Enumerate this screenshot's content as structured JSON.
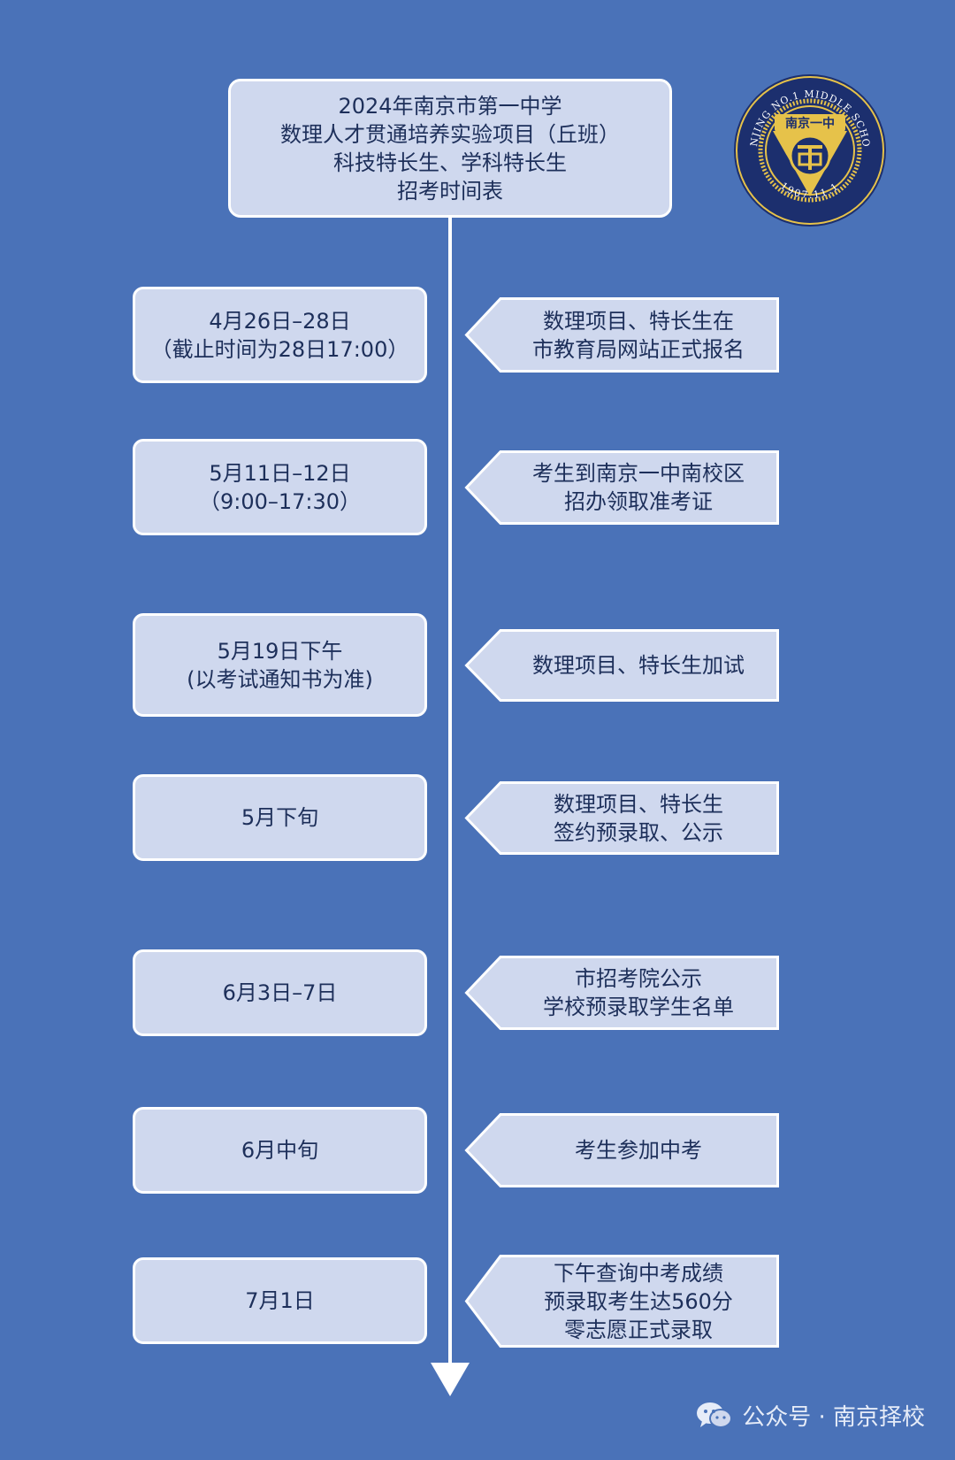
{
  "title": {
    "lines": [
      "2024年南京市第一中学",
      "数理人才贯通培养实验项目（丘班）",
      "科技特长生、学科特长生",
      "招考时间表"
    ]
  },
  "logo": {
    "icon": "school-seal-icon",
    "text_top": "NANJING NO.1 MIDDLE SCHOOL",
    "text_center": "南京一中",
    "text_bottom": "1907.11.1",
    "colors": {
      "navy": "#1c2f6e",
      "gold": "#e6c24a"
    }
  },
  "timeline": [
    {
      "date": [
        "4月26日–28日",
        "（截止时间为28日17:00）"
      ],
      "event": [
        "数理项目、特长生在",
        "市教育局网站正式报名"
      ]
    },
    {
      "date": [
        "5月11日–12日",
        "（9:00–17:30）"
      ],
      "event": [
        "考生到南京一中南校区",
        "招办领取准考证"
      ]
    },
    {
      "date": [
        "5月19日下午",
        "(以考试通知书为准)"
      ],
      "event": [
        "数理项目、特长生加试"
      ]
    },
    {
      "date": [
        "5月下旬"
      ],
      "event": [
        "数理项目、特长生",
        "签约预录取、公示"
      ]
    },
    {
      "date": [
        "6月3日–7日"
      ],
      "event": [
        "市招考院公示",
        "学校预录取学生名单"
      ]
    },
    {
      "date": [
        "6月中旬"
      ],
      "event": [
        "考生参加中考"
      ]
    },
    {
      "date": [
        "7月1日"
      ],
      "event": [
        "下午查询中考成绩",
        "预录取考生达560分",
        "零志愿正式录取"
      ]
    }
  ],
  "watermark": {
    "icon": "wechat-icon",
    "text": "公众号 · 南京择校"
  },
  "colors": {
    "background": "#4a72b8",
    "box_fill": "#cfd8ee",
    "box_border": "#ffffff",
    "text": "#1d2f5a"
  }
}
